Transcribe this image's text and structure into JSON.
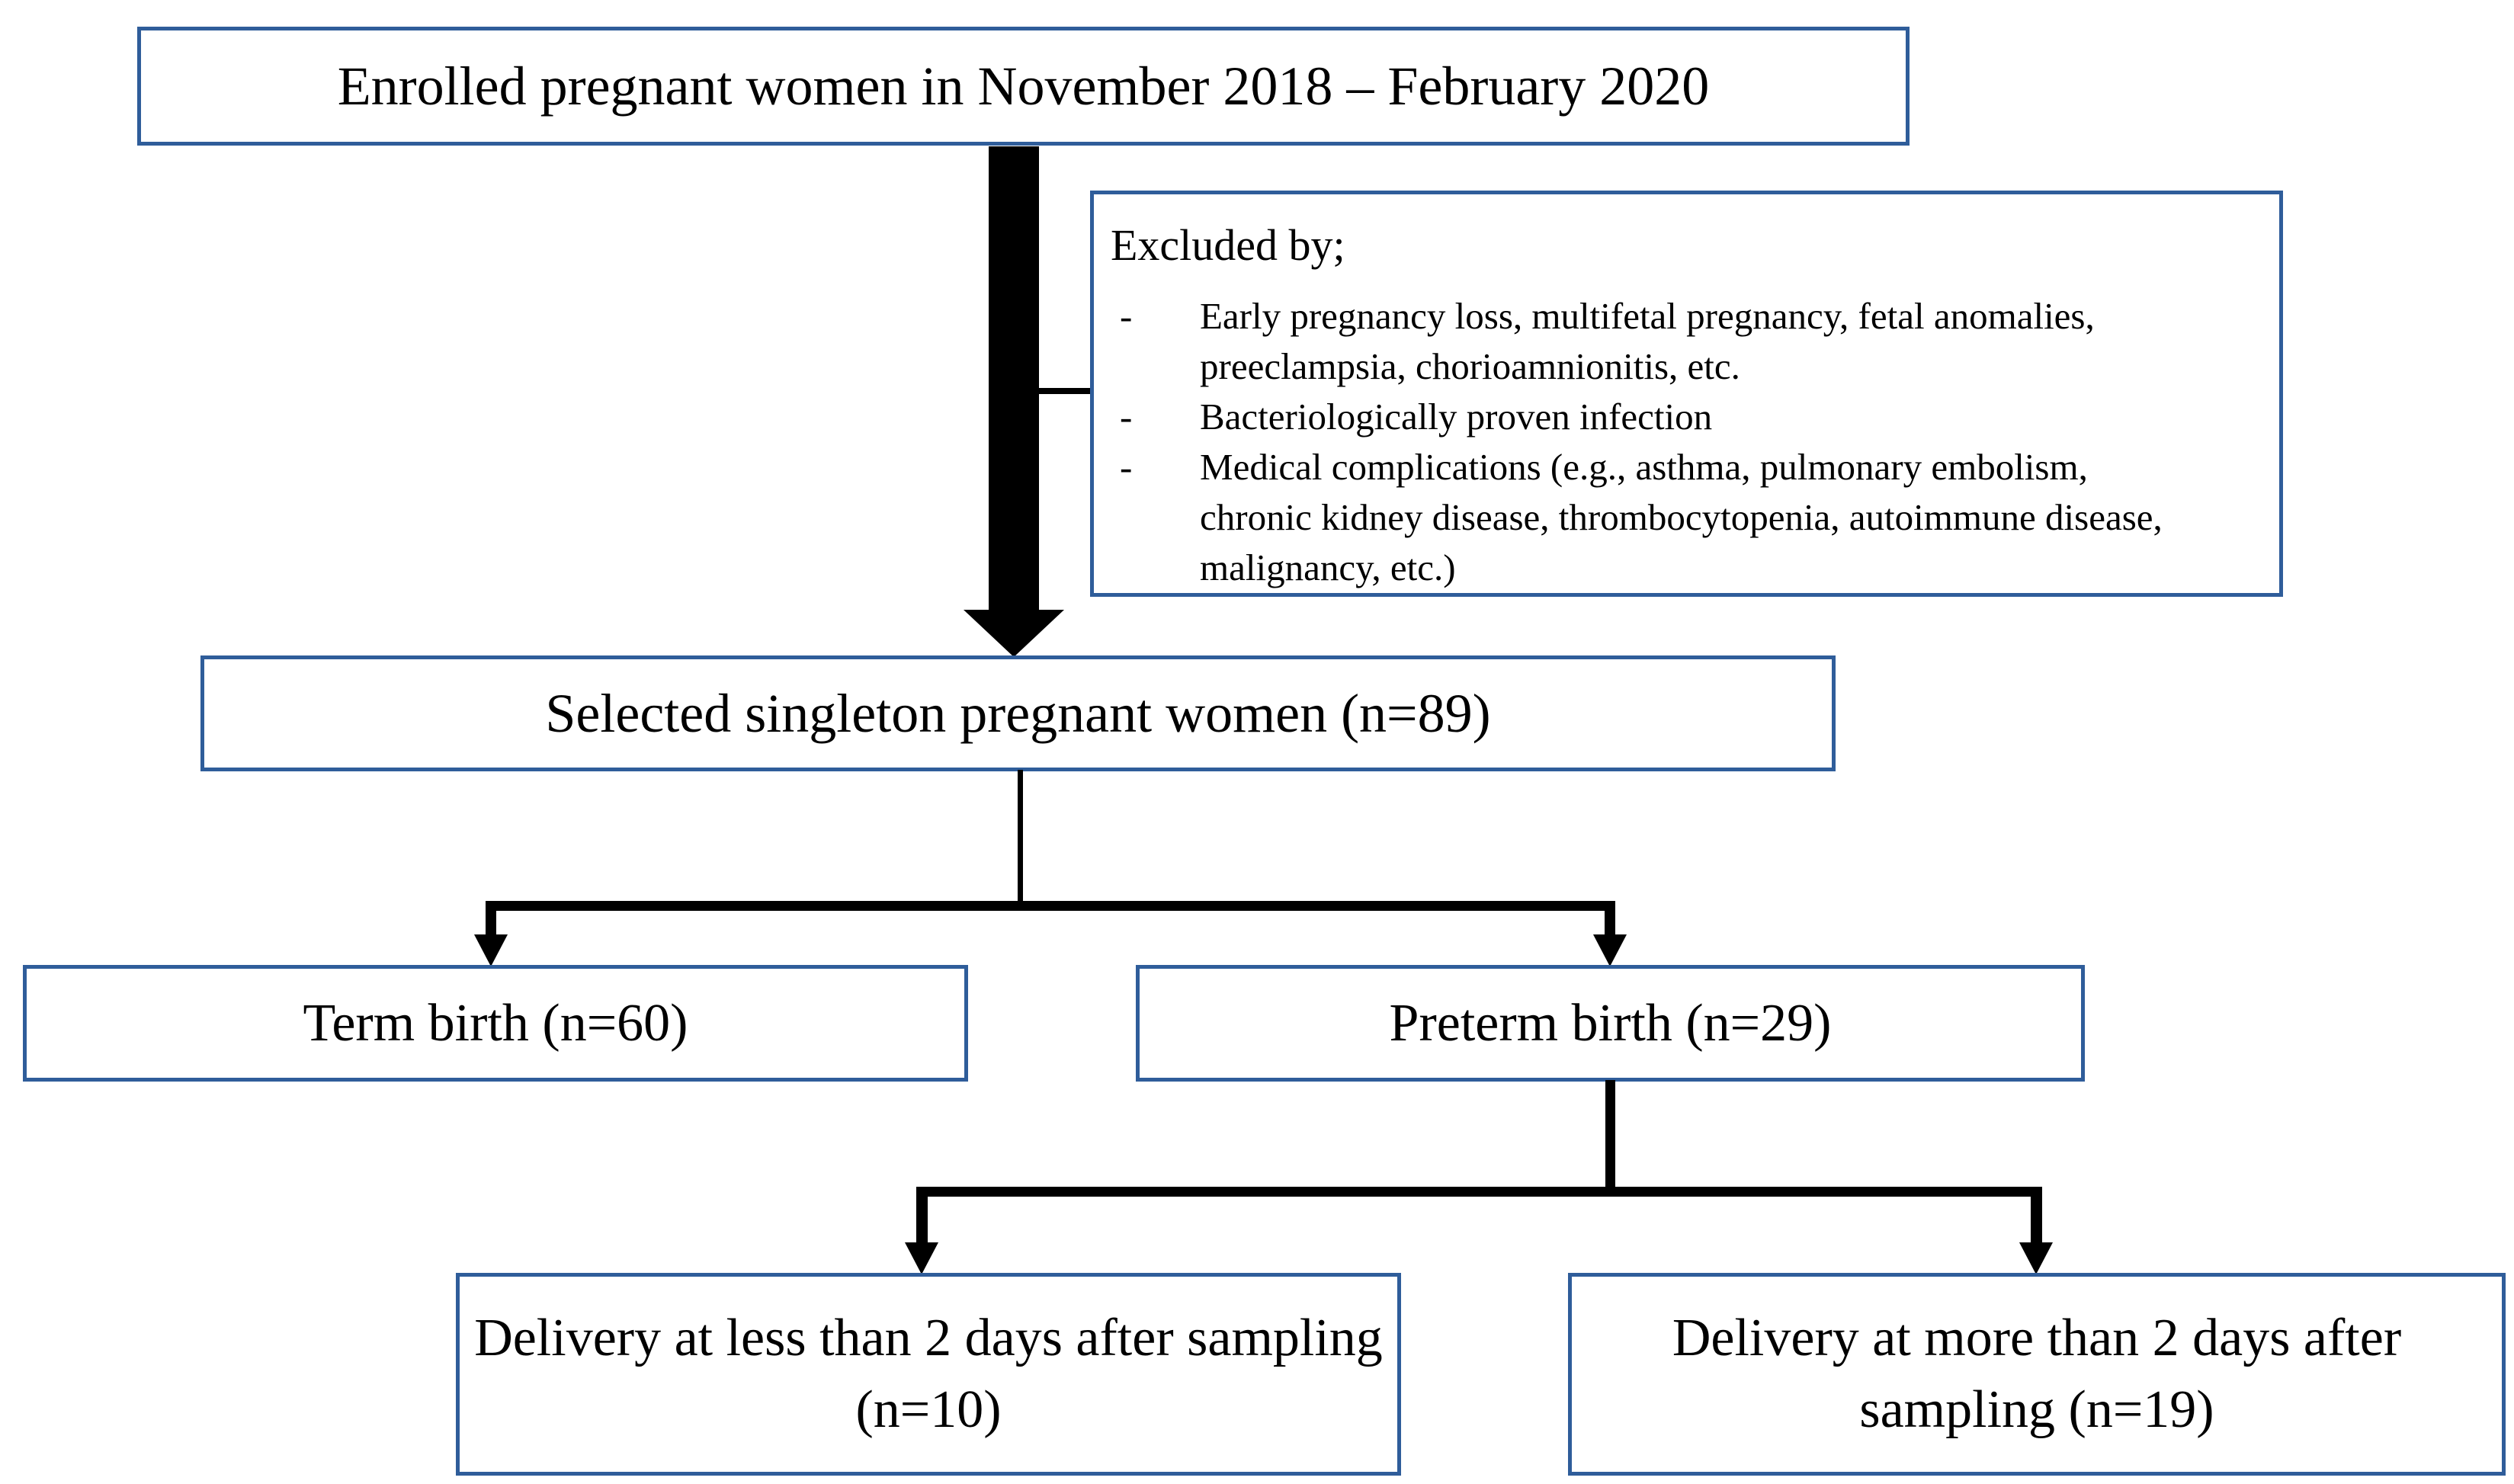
{
  "nodes": {
    "enrolled": {
      "label": "Enrolled pregnant women in November 2018 – February 2020"
    },
    "excluded": {
      "heading": "Excluded by;",
      "bullet_marker": "-",
      "bullets": [
        "Early pregnancy loss, multifetal pregnancy, fetal anomalies, preeclampsia, chorioamnionitis, etc.",
        "Bacteriologically proven infection",
        "Medical complications (e.g., asthma, pulmonary embolism, chronic kidney disease, thrombocytopenia, autoimmune disease, malignancy, etc.)"
      ]
    },
    "selected": {
      "label": "Selected singleton pregnant women (n=89)"
    },
    "term": {
      "label": "Term birth (n=60)"
    },
    "preterm": {
      "label": "Preterm birth (n=29)"
    },
    "delivery_less": {
      "label": "Delivery at less than 2 days after sampling (n=10)"
    },
    "delivery_more": {
      "label": "Delivery at more than 2 days after sampling (n=19)"
    }
  },
  "colors": {
    "box_border": "#2f5d9a",
    "connector": "#000000",
    "background": "#ffffff",
    "text": "#000000"
  }
}
